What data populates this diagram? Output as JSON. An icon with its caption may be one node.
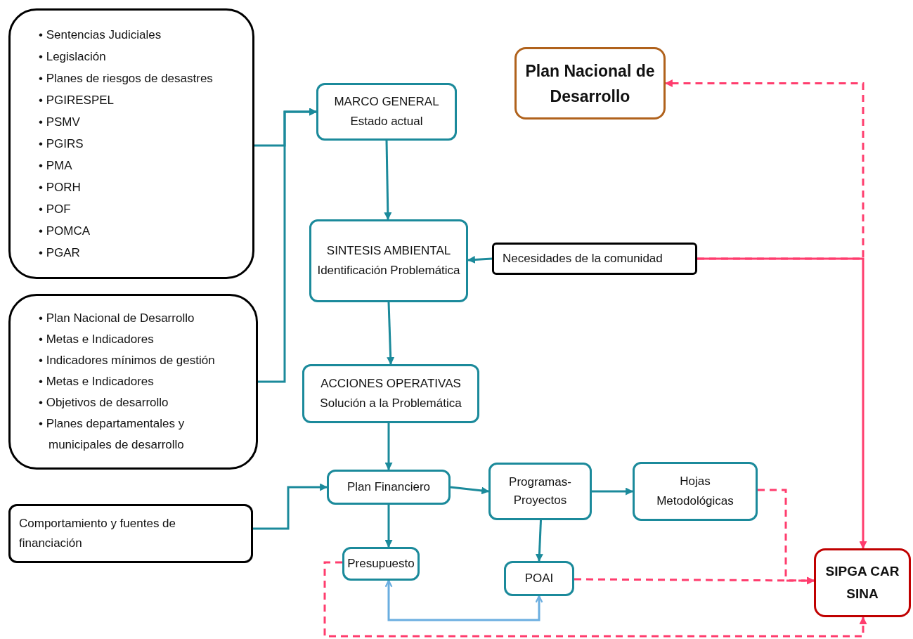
{
  "diagram": {
    "nodes": [
      {
        "text": [
          "• Sentencias Judiciales",
          "• Legislación",
          "• Planes de riesgos de desastres",
          "• PGIRESPEL",
          "• PSMV",
          "• PGIRS",
          "• PMA",
          "• PORH",
          "• POF",
          "• POMCA",
          "• PGAR"
        ]
      },
      {
        "text": [
          "• Plan Nacional de Desarrollo",
          "• Metas e Indicadores",
          "• Indicadores mínimos de gestión",
          "• Metas e Indicadores",
          "• Objetivos de desarrollo",
          "• Planes departamentales y municipales de desarrollo"
        ]
      },
      {
        "text": [
          "Comportamiento y fuentes de financiación"
        ]
      },
      {
        "text": [
          "MARCO GENERAL",
          "Estado actual"
        ]
      },
      {
        "text": [
          "Plan Nacional de Desarrollo"
        ]
      },
      {
        "text": [
          "SINTESIS AMBIENTAL",
          "Identificación Problemática"
        ]
      },
      {
        "text": [
          "Necesidades de la comunidad"
        ]
      },
      {
        "text": [
          "ACCIONES OPERATIVAS",
          "Solución a la Problemática"
        ]
      },
      {
        "text": [
          "Plan Financiero"
        ]
      },
      {
        "text": [
          "Programas-Proyectos"
        ]
      },
      {
        "text": [
          "Hojas Metodológicas"
        ]
      },
      {
        "text": [
          "Presupuesto"
        ]
      },
      {
        "text": [
          "POAI"
        ]
      },
      {
        "text": [
          "SIPGA CAR SINA"
        ]
      }
    ],
    "edges": [
      {
        "from": 0,
        "to": 3,
        "arrow": "to"
      },
      {
        "from": 1,
        "to": 3,
        "arrow": "to"
      },
      {
        "from": 2,
        "to": 8,
        "arrow": "to"
      },
      {
        "from": 3,
        "to": 5,
        "arrow": "to"
      },
      {
        "from": 6,
        "to": 5,
        "arrow": "to"
      },
      {
        "from": 5,
        "to": 7,
        "arrow": "to"
      },
      {
        "from": 7,
        "to": 8,
        "arrow": "to"
      },
      {
        "from": 8,
        "to": 9,
        "arrow": "to"
      },
      {
        "from": 9,
        "to": 10,
        "arrow": "to"
      },
      {
        "from": 8,
        "to": 11,
        "arrow": "to"
      },
      {
        "from": 9,
        "to": 12,
        "arrow": "to"
      },
      {
        "from": 11,
        "to": 12,
        "arrow": "both",
        "color": "#6aaee0"
      },
      {
        "from": 6,
        "to": 4,
        "arrow": "to",
        "style": "dashed",
        "color": "#ff3d6e"
      },
      {
        "from": 6,
        "to": 13,
        "arrow": "to",
        "color": "#ff3d6e"
      },
      {
        "from": 10,
        "to": 13,
        "arrow": "to",
        "style": "dashed",
        "color": "#ff3d6e"
      },
      {
        "from": 12,
        "to": 13,
        "arrow": "to",
        "style": "dashed",
        "color": "#ff3d6e"
      },
      {
        "from": 11,
        "to": 13,
        "arrow": "to",
        "style": "dashed",
        "color": "#ff3d6e"
      }
    ]
  }
}
